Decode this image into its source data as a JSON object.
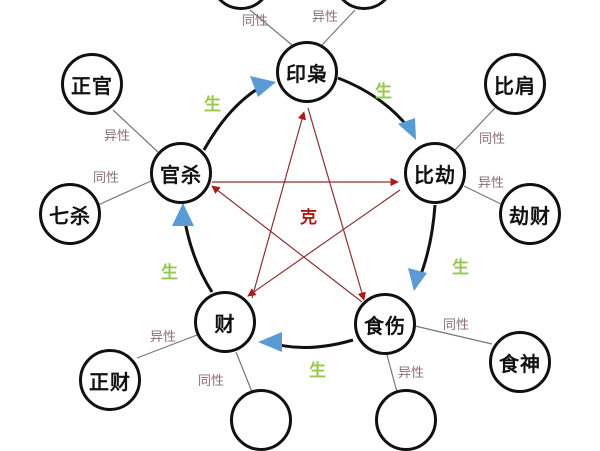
{
  "diagram": {
    "colors": {
      "generate_arrow": "#5b9bd5",
      "control_arrow": "#b01818",
      "generate_label": "#96c850",
      "relation_label": "#8a6e78",
      "node_border": "#111111"
    },
    "center_label": "克",
    "generate_label": "生",
    "main_nodes": [
      {
        "id": "yinxiao",
        "label": "印枭"
      },
      {
        "id": "bijie",
        "label": "比劫"
      },
      {
        "id": "shishang",
        "label": "食伤"
      },
      {
        "id": "cai",
        "label": "财"
      },
      {
        "id": "guansha",
        "label": "官杀"
      }
    ],
    "outer_nodes": [
      {
        "id": "zhengguan",
        "label": "正官",
        "relation": "异性"
      },
      {
        "id": "qisha",
        "label": "七杀",
        "relation": "同性"
      },
      {
        "id": "bijian",
        "label": "比肩",
        "relation": "同性"
      },
      {
        "id": "jiecai",
        "label": "劫财",
        "relation": "异性"
      },
      {
        "id": "shishen",
        "label": "食神",
        "relation": "同性"
      },
      {
        "id": "zhengcai",
        "label": "正财",
        "relation": "异性"
      }
    ],
    "partial_relations": {
      "top_left": "同性",
      "top_right": "异性",
      "bottom_left": "同性",
      "bottom_right": "异性"
    }
  }
}
